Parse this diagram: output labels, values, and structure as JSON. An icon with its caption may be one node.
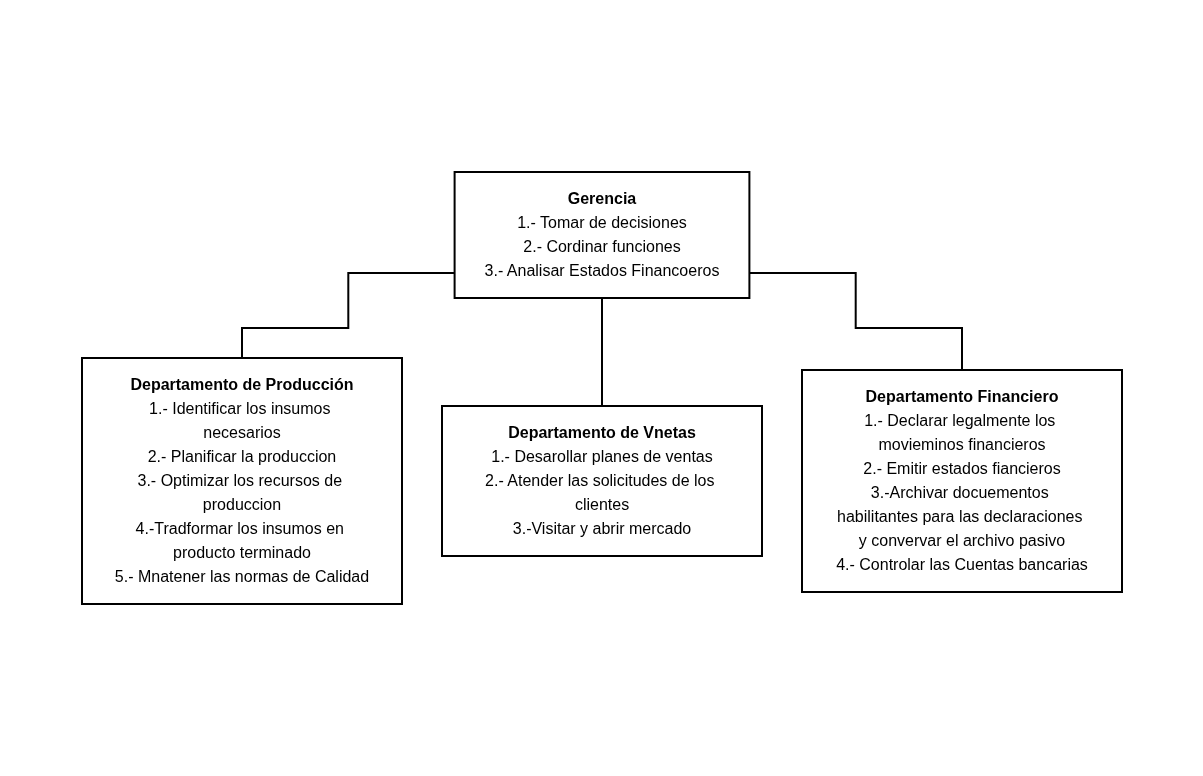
{
  "diagram": {
    "nodes": [
      {
        "text": [
          "Gerencia",
          "1.- Tomar de decisiones",
          "2.- Cordinar funciones",
          "3.- Analisar Estados Financoeros"
        ]
      },
      {
        "text": [
          "Departamento de Producción",
          "1.- Identificar los insumos necesarios",
          "2.- Planificar la produccion",
          "3.- Optimizar los recursos de produccion",
          "4.-Tradformar los insumos en producto terminado",
          "5.- Mnatener las normas de Calidad"
        ]
      },
      {
        "text": [
          "Departamento de Vnetas",
          "1.- Desarollar planes de ventas",
          "2.- Atender las solicitudes de los clientes",
          "3.-Visitar y abrir mercado"
        ]
      },
      {
        "text": [
          "Departamento Financiero",
          "1.- Declarar legalmente los movieminos financieros",
          "2.- Emitir estados fiancieros",
          "3.-Archivar docuementos habilitantes para las declaraciones y convervar el archivo pasivo",
          "4.- Controlar las Cuentas bancarias"
        ]
      }
    ],
    "edges": [
      {
        "from": 0,
        "to": 1,
        "arrow": "none"
      },
      {
        "from": 0,
        "to": 2,
        "arrow": "none"
      },
      {
        "from": 0,
        "to": 3,
        "arrow": "none"
      }
    ]
  }
}
